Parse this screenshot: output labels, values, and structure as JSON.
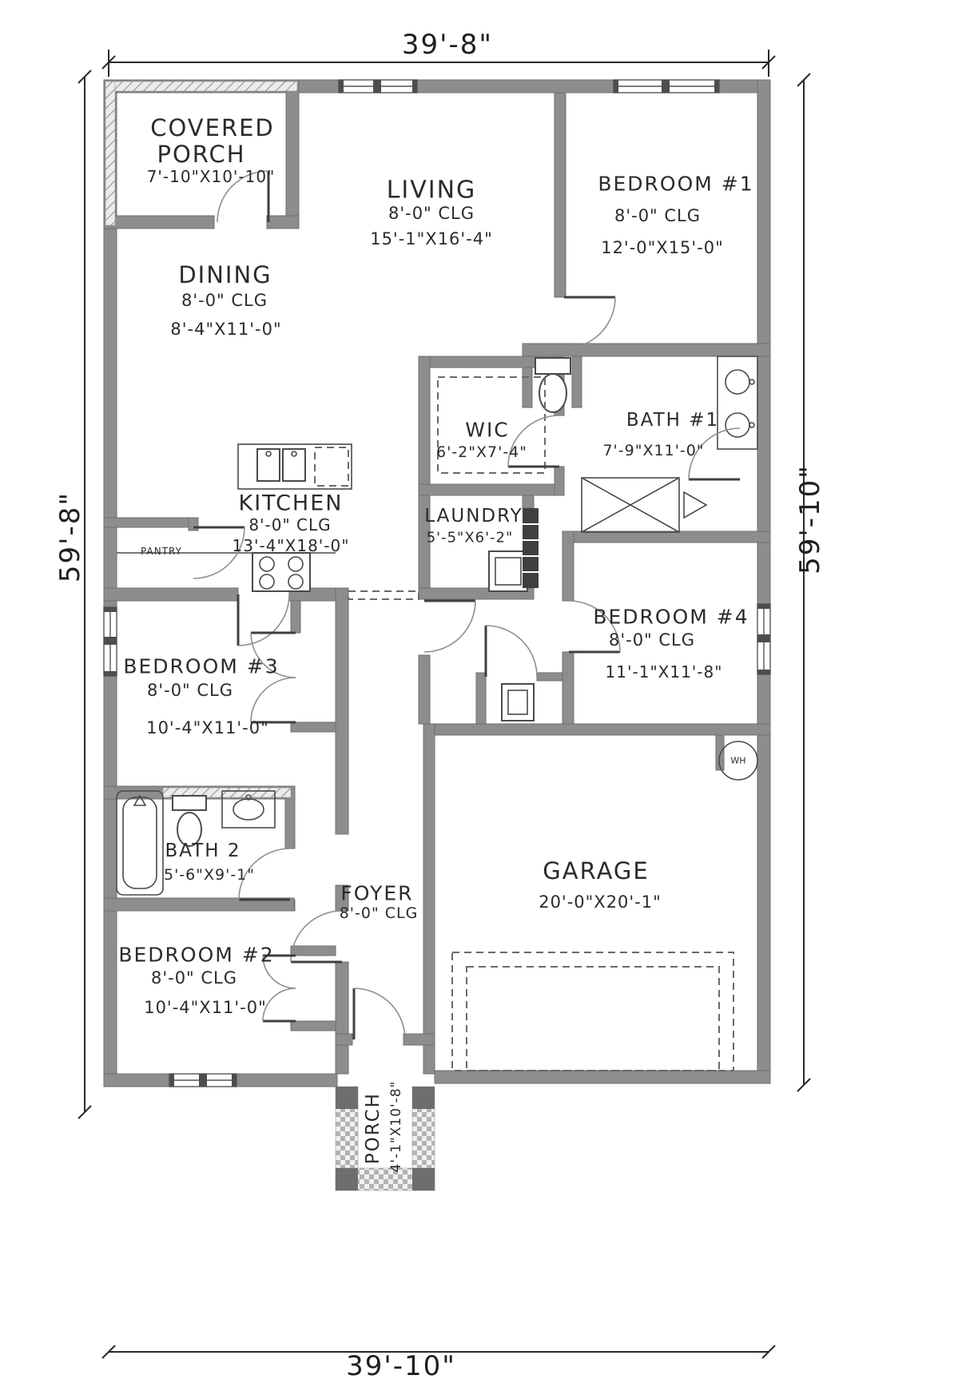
{
  "drawing": {
    "type": "residential floor plan"
  },
  "dims": {
    "top": "39'-8\"",
    "bottom": "39'-10\"",
    "left": "59'-8\"",
    "right": "59'-10\""
  },
  "rooms": {
    "covered_porch": {
      "name_line1": "COVERED",
      "name_line2": "PORCH",
      "size": "7'-10\"X10'-10\""
    },
    "living": {
      "name": "LIVING",
      "ceiling": "8'-0\" CLG",
      "size": "15'-1\"X16'-4\""
    },
    "bedroom1": {
      "name": "BEDROOM #1",
      "ceiling": "8'-0\" CLG",
      "size": "12'-0\"X15'-0\""
    },
    "dining": {
      "name": "DINING",
      "ceiling": "8'-0\" CLG",
      "size": "8'-4\"X11'-0\""
    },
    "wic": {
      "name": "WIC",
      "size": "6'-2\"X7'-4\""
    },
    "bath1": {
      "name": "BATH #1",
      "size": "7'-9\"X11'-0\""
    },
    "kitchen": {
      "name": "KITCHEN",
      "ceiling": "8'-0\" CLG",
      "size": "13'-4\"X18'-0\""
    },
    "pantry": {
      "name": "PANTRY"
    },
    "laundry": {
      "name": "LAUNDRY",
      "size": "5'-5\"X6'-2\""
    },
    "bedroom4": {
      "name": "BEDROOM #4",
      "ceiling": "8'-0\" CLG",
      "size": "11'-1\"X11'-8\""
    },
    "bedroom3": {
      "name": "BEDROOM #3",
      "ceiling": "8'-0\" CLG",
      "size": "10'-4\"X11'-0\""
    },
    "bath2": {
      "name": "BATH 2",
      "size": "5'-6\"X9'-1\""
    },
    "foyer": {
      "name": "FOYER",
      "ceiling": "8'-0\" CLG"
    },
    "garage": {
      "name": "GARAGE",
      "size": "20'-0\"X20'-1\""
    },
    "bedroom2": {
      "name": "BEDROOM #2",
      "ceiling": "8'-0\" CLG",
      "size": "10'-4\"X11'-0\""
    },
    "porch": {
      "name": "PORCH",
      "size": "4'-1\"X10'-8\""
    },
    "water_heater": {
      "label": "WH"
    }
  },
  "colors": {
    "wall": "#8d8d8d",
    "wall_edge": "#6f6f6f",
    "text": "#2b2b2b",
    "dim_text": "#1f1f1f",
    "fixture": "#4a4a4a",
    "arc": "#8f8f8f"
  }
}
